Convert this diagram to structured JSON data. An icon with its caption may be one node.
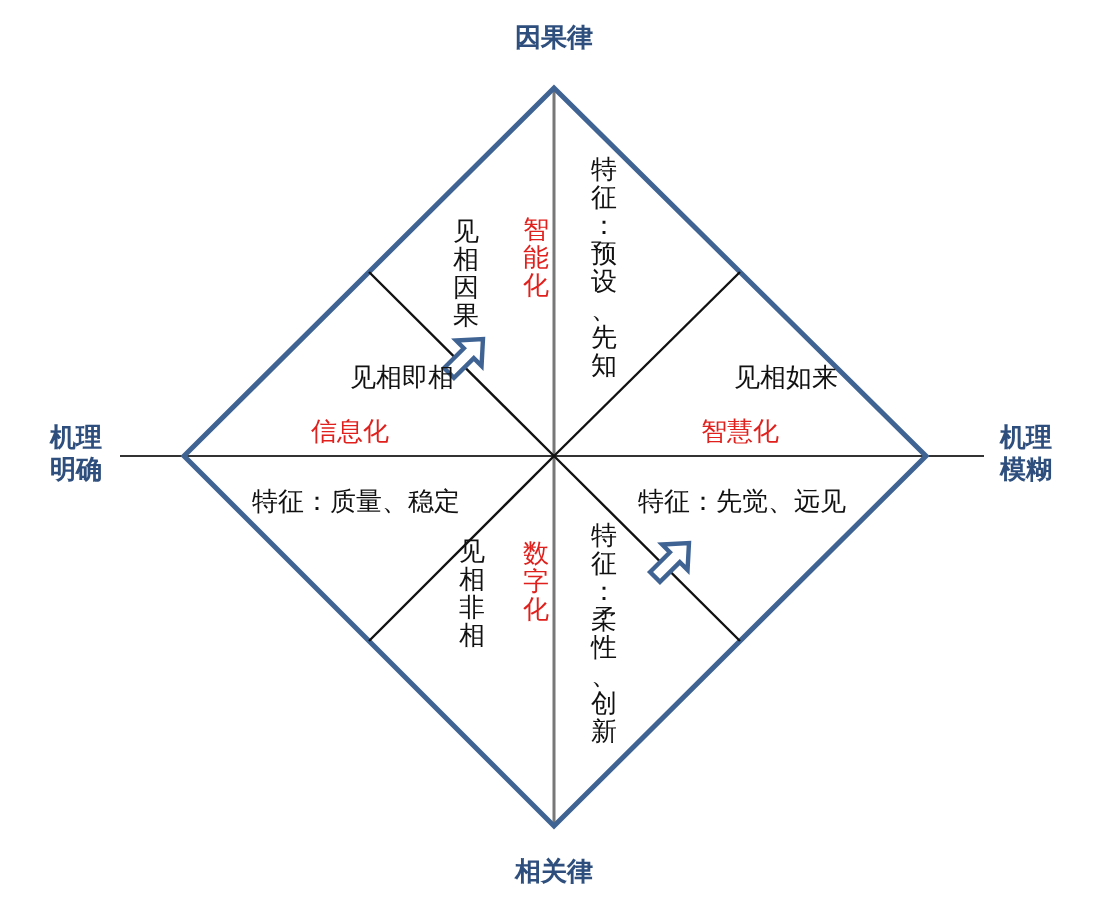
{
  "diagram": {
    "labels": [
      "因果律",
      "见相因果",
      "智能化",
      "特征：预设、先知",
      "见相即相",
      "见相如来",
      "机理明确",
      "信息化",
      "智慧化",
      "机理模糊",
      "特征：质量、稳定",
      "特征：先觉、远见",
      "见相非相",
      "数字化",
      "特征：柔性、创新",
      "相关律"
    ]
  }
}
